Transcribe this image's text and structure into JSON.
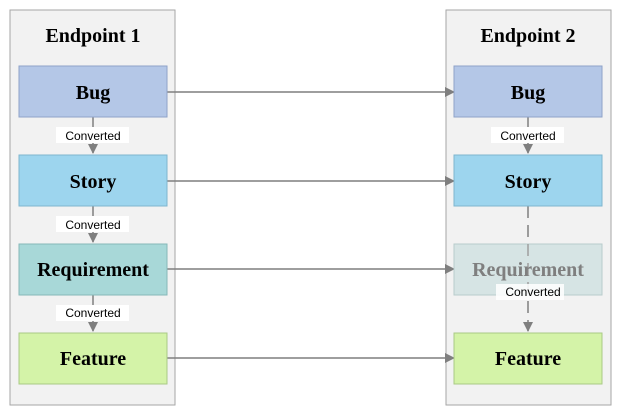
{
  "endpoint1": {
    "title": "Endpoint 1",
    "items": [
      {
        "label": "Bug",
        "fill": "#b4c7e7",
        "stroke": "#8fa3c8"
      },
      {
        "label": "Story",
        "fill": "#9dd5ee",
        "stroke": "#7fb5cf"
      },
      {
        "label": "Requirement",
        "fill": "#a8d8d8",
        "stroke": "#86b8b8"
      },
      {
        "label": "Feature",
        "fill": "#d4f3a8",
        "stroke": "#a9c985"
      }
    ]
  },
  "endpoint2": {
    "title": "Endpoint 2",
    "items": [
      {
        "label": "Bug",
        "fill": "#b4c7e7",
        "stroke": "#8fa3c8"
      },
      {
        "label": "Story",
        "fill": "#9dd5ee",
        "stroke": "#7fb5cf"
      },
      {
        "label": "Requirement",
        "fill": "#d6e4e4",
        "stroke": "#b8cccc",
        "faded": true
      },
      {
        "label": "Feature",
        "fill": "#d4f3a8",
        "stroke": "#a9c985"
      }
    ]
  },
  "connector_label": "Converted",
  "colors": {
    "container_fill": "#f2f2f2",
    "container_stroke": "#a6a6a6",
    "arrow": "#7f7f7f",
    "text": "#000000",
    "faded_text": "#7f7f7f"
  }
}
